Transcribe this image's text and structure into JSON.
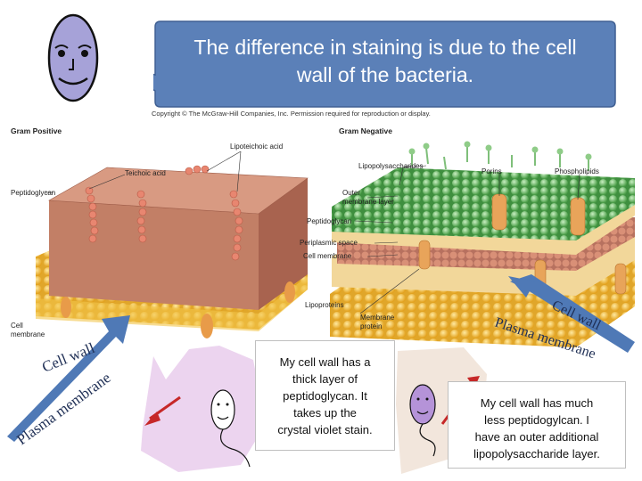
{
  "speech_bubble": {
    "text_line1": "The difference in staining is due to the cell",
    "text_line2": "wall of the bacteria."
  },
  "diagram": {
    "copyright": "Copyright © The McGraw-Hill Companies, Inc. Permission required for reproduction or display.",
    "gram_positive": {
      "title": "Gram Positive",
      "labels": {
        "lipoteichoic_acid": "Lipoteichoic acid",
        "teichoic_acid": "Teichoic acid",
        "peptidoglycan": "Peptidoglycan",
        "cell_membrane_1": "Cell",
        "cell_membrane_2": "membrane"
      }
    },
    "gram_negative": {
      "title": "Gram Negative",
      "labels": {
        "lipopolysaccharides": "Lipopolysaccharides",
        "porins": "Porins",
        "phospholipids": "Phospholipids",
        "outer_membrane_1": "Outer",
        "outer_membrane_2": "membrane layer",
        "peptidoglycan": "Peptidoglycan",
        "periplasmic_space": "Periplasmic space",
        "cell_membrane": "Cell membrane",
        "lipoproteins": "Lipoproteins",
        "membrane_protein_1": "Membrane",
        "membrane_protein_2": "protein"
      }
    }
  },
  "arrows": {
    "left": {
      "word1": "Cell wall",
      "word2": "Plasma membrane"
    },
    "right": {
      "word1": "Cell wall",
      "word2": "Plasma membrane"
    }
  },
  "text_boxes": {
    "gram_positive": {
      "lines": [
        "My cell wall has a",
        "thick layer of",
        "peptidoglycan. It",
        "takes up the",
        "crystal violet stain."
      ]
    },
    "gram_negative": {
      "lines": [
        "My cell wall has much",
        "less peptidogylcan. I",
        "have an outer additional",
        "lipopolysaccharide layer."
      ]
    }
  },
  "colors": {
    "bubble": "#5b80b8",
    "face": "#a6a2d8",
    "arrow": "#4f79b6",
    "bacterium_pink": "#ecd4ef",
    "bacterium_purple": "#b593d8",
    "gram_positive_wall": "#c8937b",
    "gram_negative_outer": "#7fbf7a",
    "membrane_yellow": "#f2c44a"
  }
}
